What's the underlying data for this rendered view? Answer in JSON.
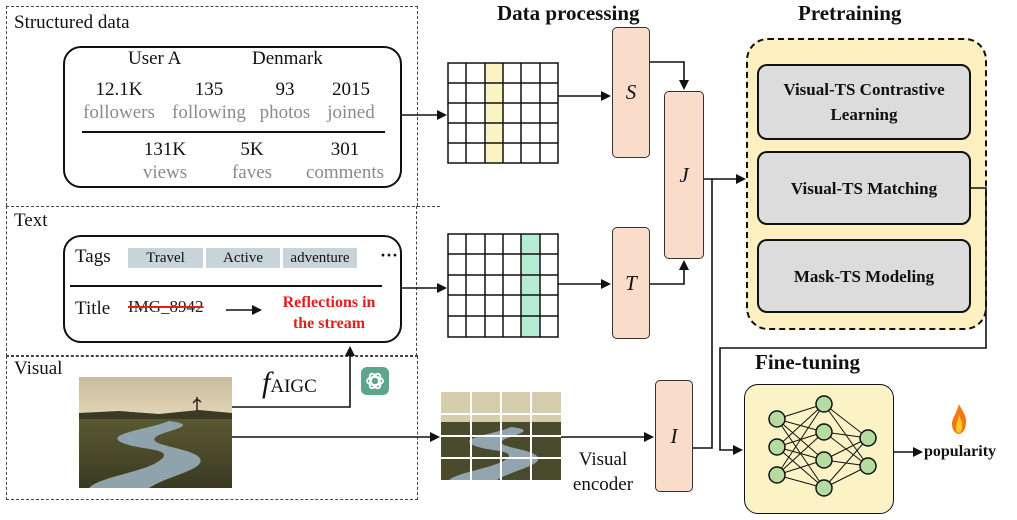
{
  "sections": {
    "structured": "Structured data",
    "text": "Text",
    "visual": "Visual"
  },
  "profile": {
    "user": "User A",
    "country": "Denmark",
    "stats_top": [
      {
        "value": "12.1K",
        "label": "followers"
      },
      {
        "value": "135",
        "label": "following"
      },
      {
        "value": "93",
        "label": "photos"
      },
      {
        "value": "2015",
        "label": "joined"
      }
    ],
    "stats_bottom": [
      {
        "value": "131K",
        "label": "views"
      },
      {
        "value": "5K",
        "label": "faves"
      },
      {
        "value": "301",
        "label": "comments"
      }
    ]
  },
  "text_card": {
    "tags_label": "Tags",
    "tags": [
      "Travel",
      "Active",
      "adventure"
    ],
    "ellipsis": "···",
    "title_label": "Title",
    "old_title": "IMG_8942",
    "new_title_line1": "Reflections in",
    "new_title_line2": "the stream"
  },
  "aigc_label": {
    "main": "f",
    "sub": "AIGC"
  },
  "headers": {
    "data_processing": "Data processing",
    "pretraining": "Pretraining",
    "fine_tuning": "Fine-tuning"
  },
  "blocks": {
    "s": "S",
    "t": "T",
    "j": "J",
    "i": "I"
  },
  "encoder_label": {
    "line1": "Visual",
    "line2": "encoder"
  },
  "pretrain_tasks": [
    {
      "line1": "Visual-TS Contrastive",
      "line2": "Learning"
    },
    {
      "line1": "Visual-TS Matching",
      "line2": ""
    },
    {
      "line1": "Mask-TS Modeling",
      "line2": ""
    }
  ],
  "output_label": "popularity",
  "icons": [
    "openai-icon",
    "fire-icon"
  ],
  "colors": {
    "peach_block": "#fadccb",
    "highlight_yellow": "#faf3c2",
    "highlight_green": "#b6ecd3",
    "pretrain_bg": "#fcefc0",
    "finetune_bg": "#fbf2c6",
    "node_green": "#b5dba0",
    "title_red": "#e02020",
    "task_gray": "#dcdcdc"
  }
}
